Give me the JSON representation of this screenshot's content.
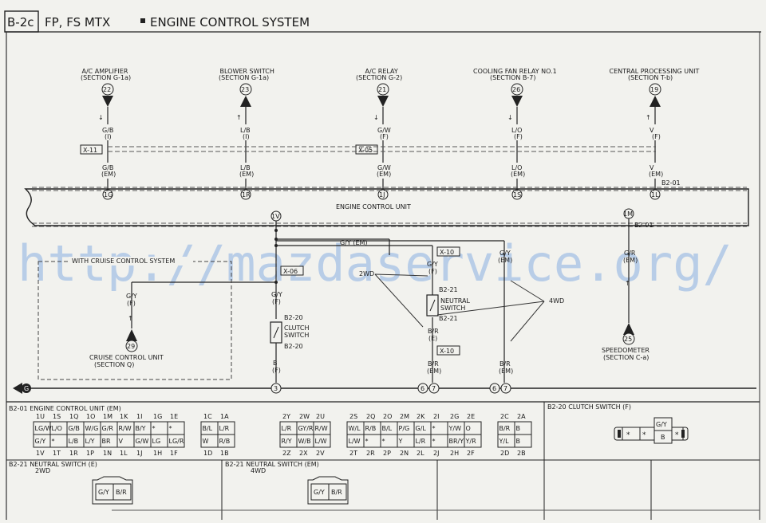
{
  "header": {
    "page_code": "B-2c",
    "model": "FP, FS MTX",
    "title": "ENGINE CONTROL SYSTEM"
  },
  "watermark": "http://mazdaservice.org/",
  "top_components": [
    {
      "name": "A/C AMPLIFIER",
      "section": "(SECTION G-1a)",
      "pin": "22",
      "dir": "down",
      "w1": "G/B",
      "w1s": "(I)",
      "conn": "X-11",
      "w2": "G/B",
      "w2s": "(EM)",
      "ecu_pin": "1G"
    },
    {
      "name": "BLOWER SWITCH",
      "section": "(SECTION G-1a)",
      "pin": "23",
      "dir": "up",
      "w1": "L/B",
      "w1s": "(I)",
      "conn": "",
      "w2": "L/B",
      "w2s": "(EM)",
      "ecu_pin": "1R"
    },
    {
      "name": "A/C RELAY",
      "section": "(SECTION G-2)",
      "pin": "21",
      "dir": "down",
      "w1": "G/W",
      "w1s": "(F)",
      "conn": "X-05",
      "w2": "G/W",
      "w2s": "(EM)",
      "ecu_pin": "1J"
    },
    {
      "name": "COOLING FAN RELAY NO.1",
      "section": "(SECTION B-7)",
      "pin": "26",
      "dir": "down",
      "w1": "L/O",
      "w1s": "(F)",
      "conn": "",
      "w2": "L/O",
      "w2s": "(EM)",
      "ecu_pin": "1S"
    },
    {
      "name": "CENTRAL PROCESSING UNIT",
      "section": "(SECTION T-b)",
      "pin": "19",
      "dir": "up",
      "w1": "V",
      "w1s": "(F)",
      "conn": "",
      "w2": "V",
      "w2s": "(EM)",
      "ecu_pin": "1L"
    }
  ],
  "ecu": {
    "label": "ENGINE CONTROL UNIT",
    "connector_top": "B2-01",
    "connector_bottom": "B2-01",
    "pin_bottom_left": "1V",
    "pin_bottom_right": "1M"
  },
  "speedometer": {
    "wire": "G/R",
    "wire_sub": "(EM)",
    "pin": "25",
    "name": "SPEEDOMETER",
    "section": "(SECTION C-a)"
  },
  "cruise": {
    "box_label": "WITH CRUISE CONTROL SYSTEM",
    "wire": "G/Y",
    "wire_sub": "(F)",
    "pin": "29",
    "name": "CRUISE CONTROL UNIT",
    "section": "(SECTION Q)"
  },
  "main_wire": {
    "gy_em": "G/Y (EM)",
    "conn_x06": "X-06",
    "wire_f": "G/Y",
    "wire_f_sub": "(F)",
    "clutch_conn_top": "B2-20",
    "clutch_name": "CLUTCH",
    "clutch_name2": "SWITCH",
    "clutch_conn_bottom": "B2-20",
    "wire_b": "B",
    "wire_b_sub": "(F)",
    "ground_num": "3"
  },
  "neutral_branch": {
    "conn_x10_top": "X-10",
    "gy": "G/Y",
    "gy_sub": "(F)",
    "label_2wd": "2WD",
    "conn_top": "B2-21",
    "name": "NEUTRAL",
    "name2": "SWITCH",
    "conn_bottom": "B2-21",
    "br": "B/R",
    "br_sub": "(E)",
    "conn_x10_bottom": "X-10",
    "br_em": "B/R",
    "br_em_sub": "(EM)",
    "ground_nums": [
      "6",
      "7"
    ]
  },
  "four_wd_branch": {
    "gy": "G/Y",
    "gy_sub": "(EM)",
    "label_4wd": "4WD",
    "br": "B/R",
    "br_sub": "(EM)",
    "ground_nums": [
      "6",
      "7"
    ]
  },
  "ground_symbol": "G",
  "connector_views": {
    "ecu_title": "B2-01 ENGINE CONTROL UNIT (EM)",
    "left_top_pins": [
      "1U",
      "1S",
      "1Q",
      "1O",
      "1M",
      "1K",
      "1I",
      "1G",
      "1E",
      "",
      "1C",
      "1A"
    ],
    "left_row1": [
      "LG/W",
      "L/O",
      "G/B",
      "W/G",
      "G/R",
      "R/W",
      "B/Y",
      "*",
      "*",
      "",
      "B/L",
      "L/R"
    ],
    "left_row2": [
      "G/Y",
      "*",
      "L/B",
      "L/Y",
      "BR",
      "V",
      "G/W",
      "LG",
      "LG/R",
      "",
      "W",
      "R/B"
    ],
    "left_bottom_pins": [
      "1V",
      "1T",
      "1R",
      "1P",
      "1N",
      "1L",
      "1J",
      "1H",
      "1F",
      "",
      "1D",
      "1B"
    ],
    "right_top_pins": [
      "2Y",
      "2W",
      "2U",
      "",
      "2S",
      "2Q",
      "2O",
      "2M",
      "2K",
      "2I",
      "2G",
      "2E",
      "",
      "2C",
      "2A"
    ],
    "right_row1": [
      "L/R",
      "GY/R",
      "R/W",
      "",
      "W/L",
      "R/B",
      "B/L",
      "P/G",
      "G/L",
      "*",
      "Y/W",
      "O",
      "",
      "B/R",
      "B"
    ],
    "right_row2": [
      "R/Y",
      "W/B",
      "L/W",
      "",
      "L/W",
      "*",
      "*",
      "Y",
      "L/R",
      "*",
      "BR/Y",
      "Y/R",
      "",
      "Y/L",
      "B"
    ],
    "right_bottom_pins": [
      "2Z",
      "2X",
      "2V",
      "",
      "2T",
      "2R",
      "2P",
      "2N",
      "2L",
      "2J",
      "2H",
      "2F",
      "",
      "2D",
      "2B"
    ],
    "clutch_title": "B2-20 CLUTCH SWITCH (F)",
    "clutch_cells": [
      "*",
      "*",
      "G/Y",
      "B"
    ],
    "neutral_e_title": "B2-21 NEUTRAL SWITCH (E)",
    "neutral_e_sub": "2WD",
    "neutral_e_cells": [
      "G/Y",
      "B/R"
    ],
    "neutral_em_title": "B2-21 NEUTRAL SWITCH (EM)",
    "neutral_em_sub": "4WD",
    "neutral_em_cells": [
      "G/Y",
      "B/R"
    ]
  }
}
